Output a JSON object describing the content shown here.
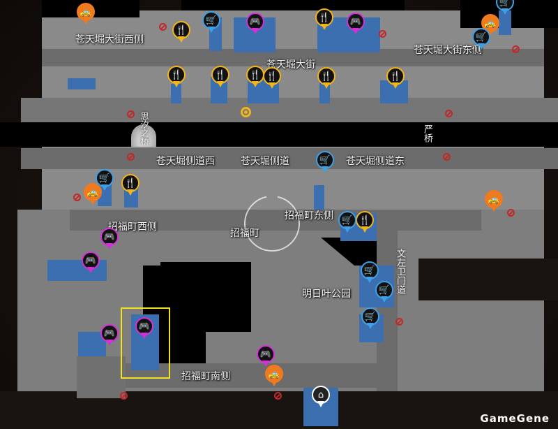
{
  "map": {
    "district_labels": {
      "sotenbori_west": "苍天堀大街西侧",
      "sotenbori_main": "苍天堀大街",
      "sotenbori_east": "苍天堀大街东侧",
      "side_west": "苍天堀侧道西",
      "side_mid": "苍天堀侧道",
      "side_east": "苍天堀侧道东",
      "shofuku_west": "招福町西侧",
      "shofuku": "招福町",
      "shofuku_east": "招福町东侧",
      "ashitaba_park": "明日叶公园",
      "bunzaemon": "文左卫门道",
      "shofuku_south": "招福町南侧",
      "bridge_west": "思汐之桥",
      "bridge_east": "严桥"
    },
    "icon_types": {
      "taxi": "taxi-icon",
      "food": "fork-knife-icon",
      "shop": "cart-icon",
      "game": "gamepad-icon",
      "home": "home-icon",
      "restricted": "no-entry-icon"
    },
    "icon_glyphs": {
      "taxi": "🚕",
      "food": "🍴",
      "shop": "🛒",
      "game": "🎮",
      "home": "⌂"
    },
    "colors": {
      "taxi": "#f07a1e",
      "food": "#f2b51a",
      "shop": "#3ea0e6",
      "game": "#d530d8",
      "restricted": "#c0282a",
      "selection": "#f2e31a"
    }
  },
  "watermark": "GameGene"
}
